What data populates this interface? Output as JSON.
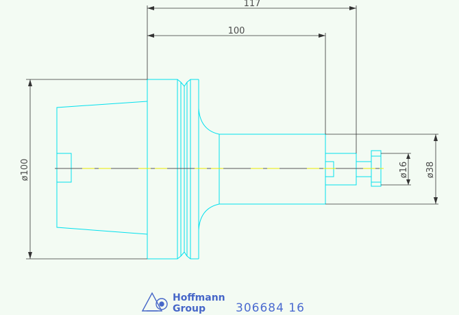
{
  "dimensions": {
    "total_length": "117",
    "body_length": "100",
    "outer_diameter": "ø100",
    "shank_diameter": "ø38",
    "bore_diameter": "ø16"
  },
  "brand": {
    "name_line1": "Hoffmann",
    "name_line2": "Group",
    "logo_icon": "hoffmann-logo-icon"
  },
  "part_number": "306684 16",
  "colors": {
    "outline": "#00e0ee",
    "dimension": "#222222",
    "centerline": "#e8e800",
    "centerline_dash": "#555555",
    "brand": "#4666c8",
    "background": "#f3fbf3"
  }
}
